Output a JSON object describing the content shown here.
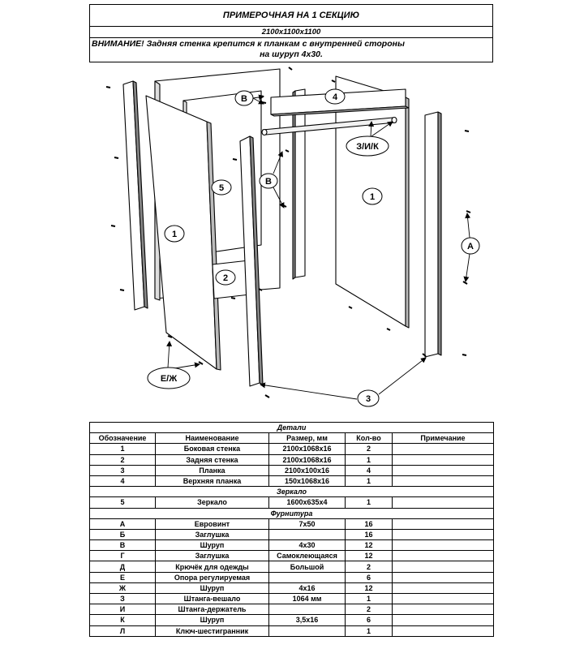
{
  "header": {
    "title": "ПРИМЕРОЧНАЯ НА 1 СЕКЦИЮ",
    "dimensions": "2100х1100х1100",
    "warning_line1": "ВНИМАНИЕ! Задняя стенка крепится к планкам с внутренней стороны",
    "warning_line2": "на шуруп 4х30."
  },
  "drawing": {
    "callouts": {
      "B_top": "В",
      "B_mid": "В",
      "four": "4",
      "ZIK": "З/И/К",
      "five": "5",
      "one_left": "1",
      "one_right": "1",
      "two": "2",
      "A": "А",
      "EZH": "Е/Ж",
      "three": "3"
    }
  },
  "table": {
    "sections": {
      "details": "Детали",
      "mirror": "Зеркало",
      "hardware": "Фурнитура"
    },
    "columns": [
      "Обозначение",
      "Наименование",
      "Размер, мм",
      "Кол-во",
      "Примечание"
    ],
    "details_rows": [
      [
        "1",
        "Боковая стенка",
        "2100х1068х16",
        "2",
        ""
      ],
      [
        "2",
        "Задняя стенка",
        "2100х1068х16",
        "1",
        ""
      ],
      [
        "3",
        "Планка",
        "2100х100х16",
        "4",
        ""
      ],
      [
        "4",
        "Верхняя планка",
        "150х1068х16",
        "1",
        ""
      ]
    ],
    "mirror_rows": [
      [
        "5",
        "Зеркало",
        "1600х635х4",
        "1",
        ""
      ]
    ],
    "hardware_rows": [
      [
        "А",
        "Евровинт",
        "7х50",
        "16",
        ""
      ],
      [
        "Б",
        "Заглушка",
        "",
        "16",
        ""
      ],
      [
        "В",
        "Шуруп",
        "4х30",
        "12",
        ""
      ],
      [
        "Г",
        "Заглушка",
        "Самоклеющаяся",
        "12",
        ""
      ],
      [
        "Д",
        "Крючёк для одежды",
        "Большой",
        "2",
        ""
      ],
      [
        "Е",
        "Опора регулируемая",
        "",
        "6",
        ""
      ],
      [
        "Ж",
        "Шуруп",
        "4х16",
        "12",
        ""
      ],
      [
        "З",
        "Штанга-вешало",
        "1064 мм",
        "1",
        ""
      ],
      [
        "И",
        "Штанга-держатель",
        "",
        "2",
        ""
      ],
      [
        "К",
        "Шуруп",
        "3,5х16",
        "6",
        ""
      ],
      [
        "Л",
        "Ключ-шестигранник",
        "",
        "1",
        ""
      ]
    ]
  }
}
